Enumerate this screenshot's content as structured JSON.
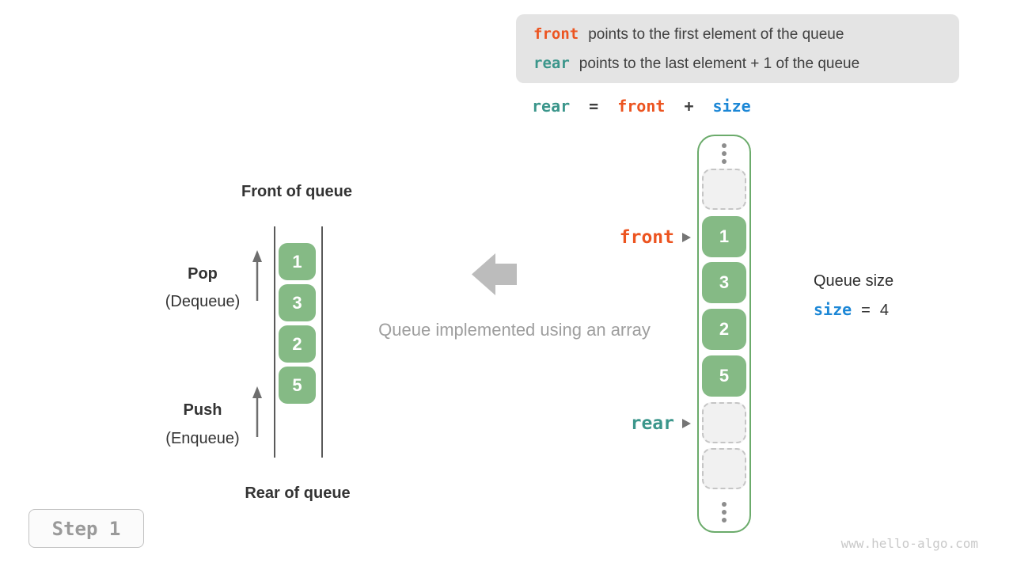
{
  "info_box": {
    "line1": {
      "keyword": "front",
      "text": "points to the first element of the queue"
    },
    "line2": {
      "keyword": "rear",
      "text": "points to the last element + 1 of the queue"
    }
  },
  "formula": {
    "lhs": "rear",
    "equals": "=",
    "operand1": "front",
    "plus": "+",
    "operand2": "size"
  },
  "left_queue": {
    "front_heading": "Front of queue",
    "rear_heading": "Rear of queue",
    "pop_label": "Pop",
    "pop_sublabel": "(Dequeue)",
    "push_label": "Push",
    "push_sublabel": "(Enqueue)",
    "values": [
      "1",
      "3",
      "2",
      "5"
    ]
  },
  "center": {
    "caption": "Queue implemented using an array"
  },
  "right_array": {
    "values": [
      "1",
      "3",
      "2",
      "5"
    ],
    "front_pointer": "front",
    "rear_pointer": "rear"
  },
  "queue_size": {
    "heading": "Queue size",
    "variable": "size",
    "equals": "=",
    "value": "4"
  },
  "step_badge": "Step 1",
  "watermark": "www.hello-algo.com",
  "colors": {
    "front_orange": "#ec5420",
    "rear_teal": "#3b968b",
    "size_blue": "#1c87d6",
    "cell_green": "#85ba85",
    "container_border_green": "#6bab6b",
    "info_box_gray": "#e4e4e4"
  }
}
